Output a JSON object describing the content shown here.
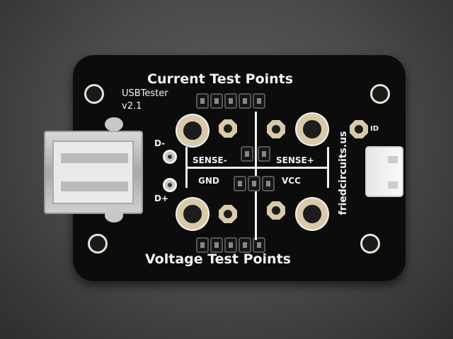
{
  "board": {
    "title_top": "Current Test Points",
    "title_bottom": "Voltage Test Points",
    "product": "USBTester",
    "version": "v2.1",
    "d_minus": "D-",
    "d_plus": "D+",
    "sense_minus": "SENSE-",
    "sense_plus": "SENSE+",
    "gnd": "GND",
    "vcc": "VCC",
    "id": "ID",
    "website": "friedcircuits.us"
  },
  "colors": {
    "pcb": "#0c0c0c",
    "silkscreen": "#f2f2f2",
    "copper_pad": "#d8c9a8",
    "background": "#4a4a4a"
  }
}
